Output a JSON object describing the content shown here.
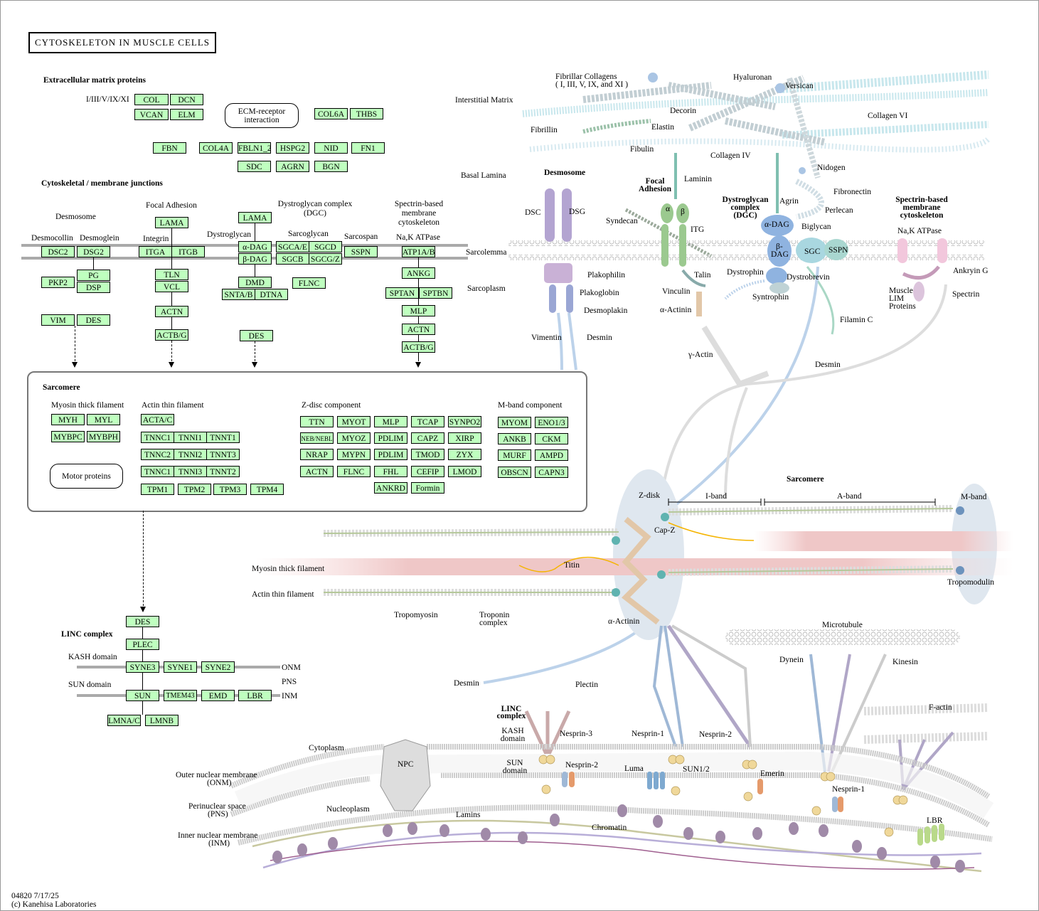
{
  "title": "CYTOSKELETON IN MUSCLE CELLS",
  "footer": {
    "map_id": "04820 7/17/25",
    "copyright": "(c) Kanehisa Laboratories"
  },
  "left": {
    "ecm_heading": "Extracellular matrix proteins",
    "col_types": "I/III/V/IX/XI",
    "ecm_receptor": "ECM-receptor interaction",
    "cyto_heading": "Cytoskeletal / membrane junctions",
    "desmosome": "Desmosome",
    "desmocollin": "Desmocollin",
    "desmoglein": "Desmoglein",
    "focal_adhesion": "Focal Adhesion",
    "integrin": "Integrin",
    "dgc": "Dystroglycan complex (DGC)",
    "dystroglycan": "Dystroglycan",
    "sarcoglycan": "Sarcoglycan",
    "sarcospan": "Sarcospan",
    "spectrin": "Spectrin-based membrane cytoskeleton",
    "naK": "Na,K ATPase",
    "sarcomere": "Sarcomere",
    "myosin_thick": "Myosin thick filament",
    "actin_thin": "Actin thin filament",
    "zdisc": "Z-disc component",
    "mband": "M-band component",
    "motor": "Motor proteins",
    "linc": "LINC complex",
    "kash": "KASH domain",
    "sun": "SUN domain",
    "onm": "ONM",
    "pns": "PNS",
    "inm": "INM"
  },
  "genes": {
    "col": "COL",
    "dcn": "DCN",
    "vcan": "VCAN",
    "elm": "ELM",
    "col6a": "COL6A",
    "thbs": "THBS",
    "fbn": "FBN",
    "col4a": "COL4A",
    "fbln": "FBLN1_2",
    "hspg2": "HSPG2",
    "nid": "NID",
    "fn1": "FN1",
    "sdc": "SDC",
    "agrn": "AGRN",
    "bgn": "BGN",
    "dsc2": "DSC2",
    "dsg2": "DSG2",
    "pg": "PG",
    "dsp": "DSP",
    "pkp2": "PKP2",
    "vim": "VIM",
    "des1": "DES",
    "lama1": "LAMA",
    "itga": "ITGA",
    "itgb": "ITGB",
    "tln": "TLN",
    "vcl": "VCL",
    "actn1": "ACTN",
    "actbg1": "ACTB/G",
    "lama2": "LAMA",
    "adag": "α-DAG",
    "bdag": "β-DAG",
    "sgcae": "SGCA/E",
    "sgcd": "SGCD",
    "sgcb": "SGCB",
    "sgcgz": "SGCG/Z",
    "sspn": "SSPN",
    "dmd": "DMD",
    "snta": "SNTA/B",
    "dtna": "DTNA",
    "flnc1": "FLNC",
    "des2": "DES",
    "atp1a": "ATP1A/B",
    "ankg": "ANKG",
    "sptan": "SPTAN",
    "sptbn": "SPTBN",
    "mlp1": "MLP",
    "actn2": "ACTN",
    "actbg2": "ACTB/G",
    "myh": "MYH",
    "myl": "MYL",
    "mybpc": "MYBPC",
    "mybph": "MYBPH",
    "acta": "ACTA/C",
    "tnnc1a": "TNNC1",
    "tnni1": "TNNI1",
    "tnnt1": "TNNT1",
    "tnnc2": "TNNC2",
    "tnni2": "TNNI2",
    "tnnt3": "TNNT3",
    "tnnc1b": "TNNC1",
    "tnni3": "TNNI3",
    "tnnt2": "TNNT2",
    "tpm1": "TPM1",
    "tpm2": "TPM2",
    "tpm3": "TPM3",
    "tpm4": "TPM4",
    "ttn": "TTN",
    "myot": "MYOT",
    "mlp2": "MLP",
    "tcap": "TCAP",
    "synpo2": "SYNPO2",
    "neb": "NEB/NEBL",
    "myoz": "MYOZ",
    "pdlim1": "PDLIM",
    "capz": "CAPZ",
    "xirp": "XIRP",
    "nrap": "NRAP",
    "mypn": "MYPN",
    "pdlim2": "PDLIM",
    "tmod": "TMOD",
    "zyx": "ZYX",
    "actn3": "ACTN",
    "flnc2": "FLNC",
    "fhl": "FHL",
    "cefip": "CEFIP",
    "lmod": "LMOD",
    "ankrd": "ANKRD",
    "formin": "Formin",
    "myom": "MYOM",
    "eno": "ENO1/3",
    "ankb": "ANKB",
    "ckm": "CKM",
    "murf": "MURF",
    "ampd": "AMPD",
    "obscn": "OBSCN",
    "capn3": "CAPN3",
    "des3": "DES",
    "plec": "PLEC",
    "syne3": "SYNE3",
    "syne1": "SYNE1",
    "syne2": "SYNE2",
    "sun": "SUN",
    "tmem43": "TMEM43",
    "emd": "EMD",
    "lbr": "LBR",
    "lmnac": "LMNA/C",
    "lmnb": "LMNB"
  },
  "right": {
    "interstitial": "Interstitial Matrix",
    "basal": "Basal Lamina",
    "sarcolemma": "Sarcolemma",
    "sarcoplasm": "Sarcoplasm",
    "fib_col": "Fibrillar Collagens",
    "fib_col2": "( I, III, V, IX, and XI )",
    "hyaluronan": "Hyaluronan",
    "versican": "Versican",
    "decorin": "Decorin",
    "collagen6": "Collagen VI",
    "fibrillin": "Fibrillin",
    "elastin": "Elastin",
    "fibulin": "Fibulin",
    "collagen4": "Collagen IV",
    "nidogen": "Nidogen",
    "laminin": "Laminin",
    "desmosome": "Desmosome",
    "focal": "Focal",
    "adhesion": "Adhesion",
    "dgc1": "Dystroglycan",
    "dgc2": "complex",
    "dgc3": "(DGC)",
    "fibronectin": "Fibronectin",
    "perlecan": "Perlecan",
    "agrin": "Agrin",
    "spec1": "Spectrin-based",
    "spec2": "membrane",
    "spec3": "cytoskeleton",
    "dsc": "DSC",
    "dsg": "DSG",
    "syndecan": "Syndecan",
    "alpha": "α",
    "beta": "β",
    "itg": "ITG",
    "adag": "α-DAG",
    "biglycan": "Biglycan",
    "bdag": "β-",
    "bdag2": "DAG",
    "sgc": "SGC",
    "sspn": "SSPN",
    "naK": "Na,K ATPase",
    "ankyrin": "Ankryin G",
    "plakophilin": "Plakophilin",
    "plakoglobin": "Plakoglobin",
    "desmoplakin": "Desmoplakin",
    "talin": "Talin",
    "vinculin": "Vinculin",
    "aactinin": "α-Actinin",
    "dystrophin": "Dystrophin",
    "dystrobrevin": "Dystrobrevin",
    "syntrophin": "Syntrophin",
    "muscle": "Muscle",
    "lim": "LIM",
    "proteins": "Proteins",
    "spectrin": "Spectrin",
    "vimentin": "Vimentin",
    "desmin": "Desmin",
    "gactin": "γ-Actin",
    "filaminc": "Filamin C",
    "desmin2": "Desmin",
    "sarcomere": "Sarcomere",
    "zdisk": "Z-disk",
    "iband": "I-band",
    "aband": "A-band",
    "mband": "M-band",
    "capz": "Cap-Z",
    "titin": "Titin",
    "myosin": "Myosin thick filament",
    "actin": "Actin thin filament",
    "tropomodulin": "Tropomodulin",
    "tropomyosin": "Tropomyosin",
    "troponin": "Troponin",
    "complex": "complex",
    "aactinin2": "α-Actinin",
    "microtubule": "Microtubule",
    "dynein": "Dynein",
    "kinesin": "Kinesin",
    "factin": "F-actin",
    "desmin3": "Desmin",
    "plectin": "Plectin",
    "linc1": "LINC",
    "linc2": "complex",
    "kash1": "KASH",
    "kash2": "domain",
    "nesprin3": "Nesprin-3",
    "nesprin1": "Nesprin-1",
    "nesprin2": "Nesprin-2",
    "cytoplasm": "Cytoplasm",
    "npc": "NPC",
    "onm1": "Outer nuclear membrane",
    "onm2": "(ONM)",
    "sun1": "SUN",
    "sun2": "domain",
    "nesprin2b": "Nesprin-2",
    "luma": "Luma",
    "sun12": "SUN1/2",
    "emerin": "Emerin",
    "nesprin1b": "Nesprin-1",
    "pns1": "Perinuclear space",
    "pns2": "(PNS)",
    "nucleoplasm": "Nucleoplasm",
    "lamins": "Lamins",
    "chromatin": "Chromatin",
    "inm1": "Inner nuclear membrane",
    "inm2": "(INM)",
    "lbr": "LBR"
  }
}
